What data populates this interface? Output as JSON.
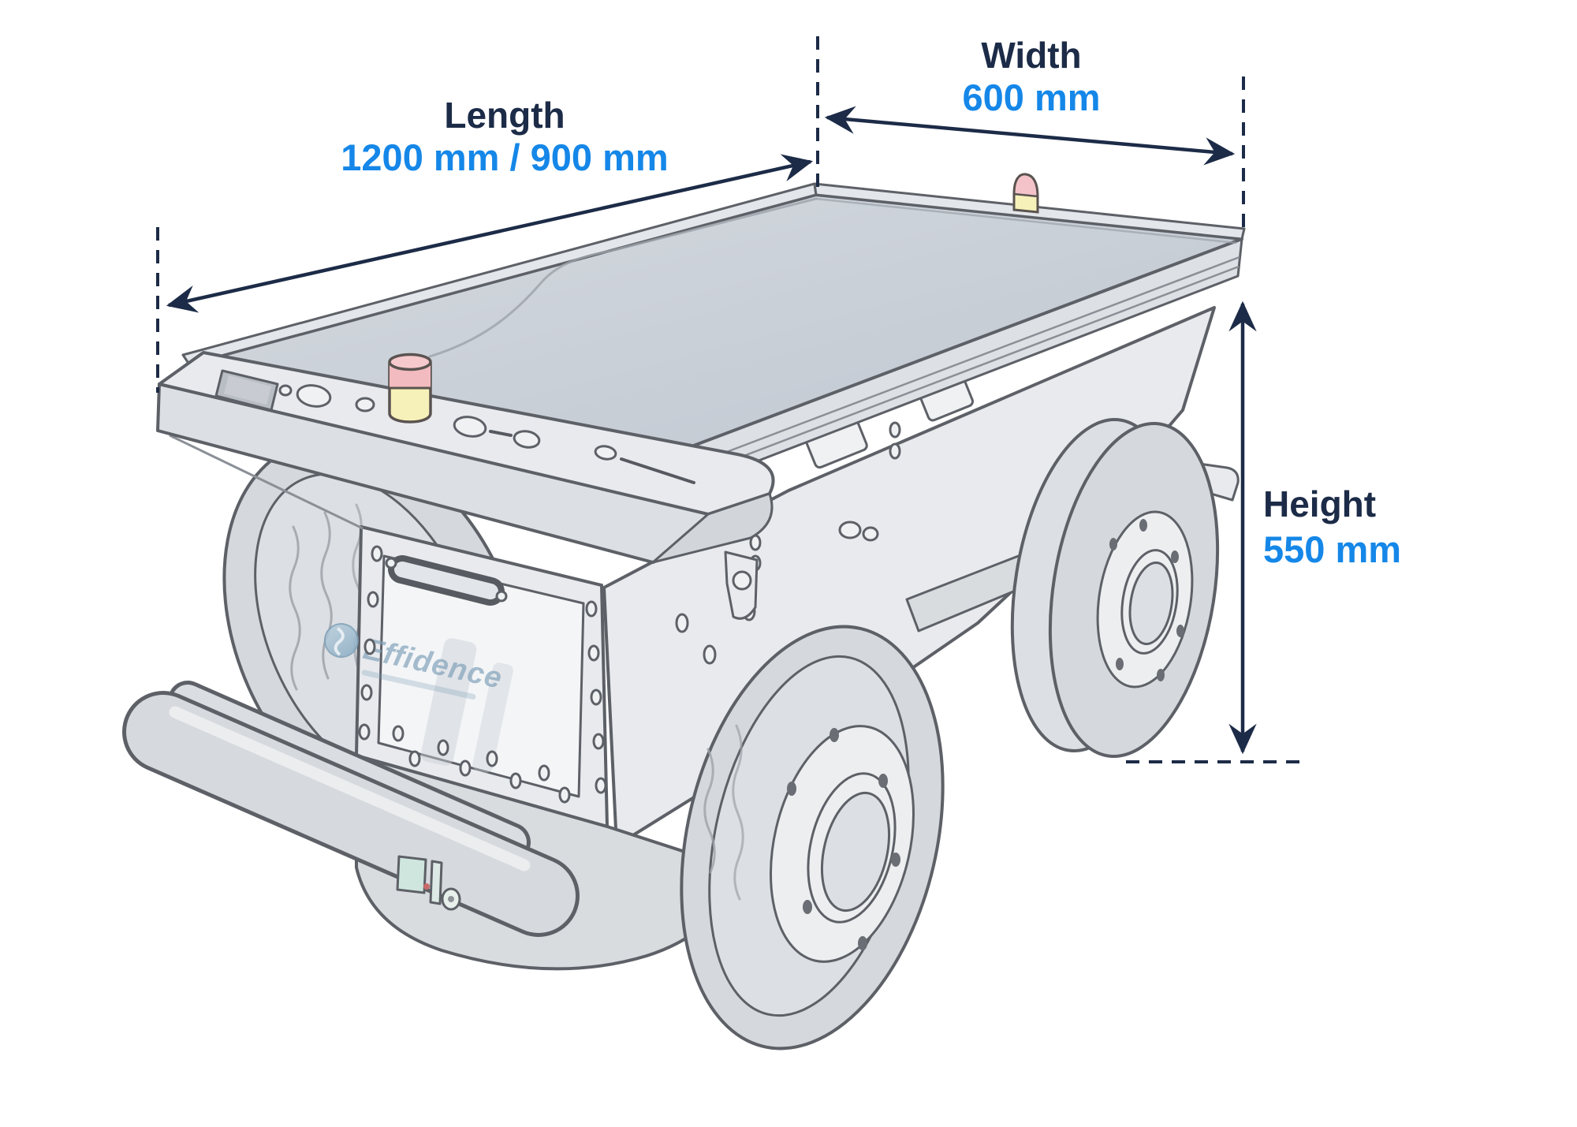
{
  "dimensions": {
    "length": {
      "label": "Length",
      "value": "1200 mm / 900 mm"
    },
    "width": {
      "label": "Width",
      "value": "600 mm"
    },
    "height": {
      "label": "Height",
      "value": "550 mm"
    }
  },
  "robot": {
    "logo_text": "Effidence",
    "parts": {
      "beacon_front": "signal-beacon-light",
      "beacon_rear": "signal-beacon-light",
      "display": "control-display",
      "buttons": "control-buttons",
      "bumper": "front-safety-bumper",
      "sensor": "underbody-safety-sensor"
    }
  },
  "colors": {
    "label_navy": "#1c2b47",
    "value_blue": "#1587e8",
    "line_navy": "#1c2b47",
    "outline_gray": "#5d6167",
    "body_light": "#e8eaed",
    "deck_gray": "#cdd2d9",
    "tire_gray": "#d5d8dc",
    "beacon_red": "#f2bbc0",
    "beacon_yellow": "#f6f1b8",
    "sensor_green": "#cfe6de",
    "logo_blue": "#7fa0b8"
  }
}
